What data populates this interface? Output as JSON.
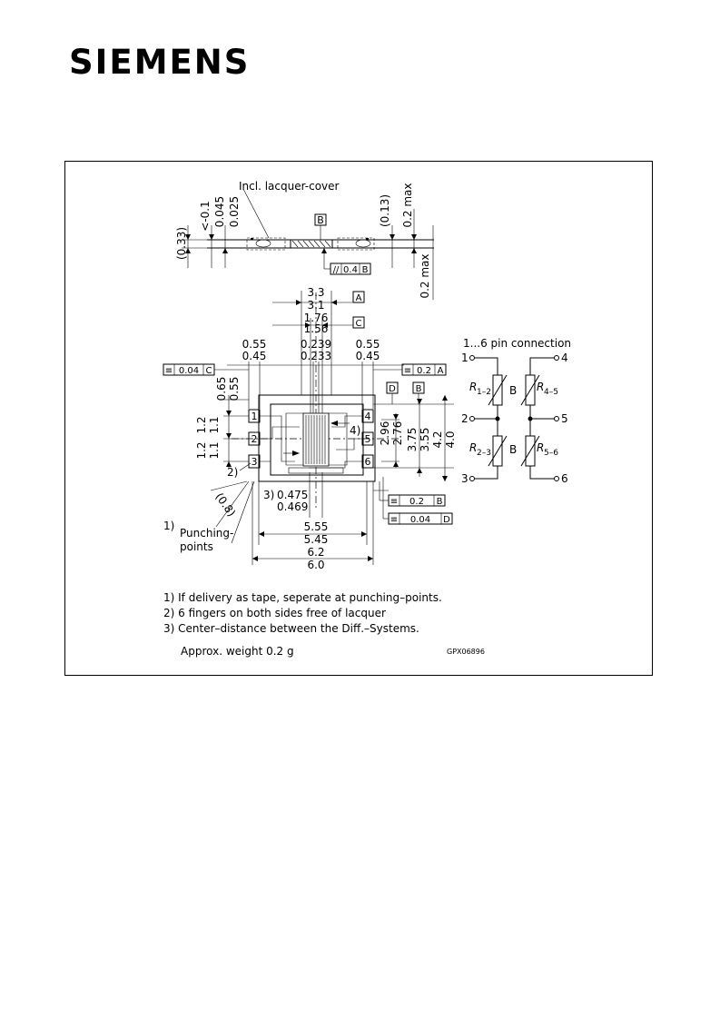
{
  "brand": {
    "logo_text": "SIEMENS"
  },
  "drawing": {
    "side_view": {
      "lacquer_label": "Incl. lacquer-cover",
      "dim_033": "(0.33)",
      "dim_01": "<-0.1",
      "dim_0045": "0.045",
      "dim_0025": "0.025",
      "dim_013": "(0.13)",
      "dim_02max_top": "0.2 max",
      "dim_02max_bottom": "0.2 max",
      "datum_b": "B",
      "tol_symbol": "//",
      "tol_value": "0.4",
      "tol_ref": "B"
    },
    "top_view": {
      "dim_33": "3.3",
      "dim_31": "3.1",
      "datum_a": "A",
      "dim_176": "1.76",
      "dim_156": "1.56",
      "datum_c": "C",
      "dim_055_l": "0.55",
      "dim_045_l": "0.45",
      "dim_0239": "0.239",
      "dim_0233": "0.233",
      "dim_055_r": "0.55",
      "dim_045_r": "0.45",
      "tol_left_symbol": "≡",
      "tol_left_value": "0.04",
      "tol_left_ref": "C",
      "tol_right_symbol": "≡",
      "tol_right_value": "0.2",
      "tol_right_ref": "A",
      "dim_065": "0.65",
      "dim_055_v": "0.55",
      "datum_d": "D",
      "datum_b2": "B",
      "dim_12_a": "1.2",
      "dim_11_a": "1.1",
      "dim_12_b": "1.2",
      "dim_11_b": "1.1",
      "dim_296": "2.96",
      "dim_276": "2.76",
      "dim_375": "3.75",
      "dim_355": "3.55",
      "dim_42": "4.2",
      "dim_40": "4.0",
      "pins": [
        "1",
        "2",
        "3",
        "4",
        "5",
        "6"
      ],
      "note_2": "2)",
      "note_4": "4)",
      "note_3_label": "3)",
      "dim_0475": "0.475",
      "dim_0469": "0.469",
      "dim_08": "(0.8)",
      "tol_b_symbol": "≡",
      "tol_b_value": "0.2",
      "tol_b_ref": "B",
      "tol_d_symbol": "≡",
      "tol_d_value": "0.04",
      "tol_d_ref": "D",
      "punch_num": "1)",
      "punch_label_1": "Punching-",
      "punch_label_2": "points",
      "dim_555": "5.55",
      "dim_545": "5.45",
      "dim_62": "6.2",
      "dim_60": "6.0"
    },
    "pin_diagram": {
      "title": "1...6  pin  connection",
      "pin1": "1",
      "pin2": "2",
      "pin3": "3",
      "pin4": "4",
      "pin5": "5",
      "pin6": "6",
      "r12_main": "R",
      "r12_sub": "1–2",
      "r45_main": "R",
      "r45_sub": "4–5",
      "r23_main": "R",
      "r23_sub": "2–3",
      "r56_main": "R",
      "r56_sub": "5–6",
      "b_top": "B",
      "b_bottom": "B"
    },
    "notes": [
      "1)  If  delivery  as  tape, seperate  at  punching–points.",
      "2)  6  fingers  on  both  sides  free  of  lacquer",
      "3)  Center–distance  between  the  Diff.–Systems."
    ],
    "weight": "Approx.  weight  0.2 g",
    "drawing_code": "GPX06896"
  }
}
